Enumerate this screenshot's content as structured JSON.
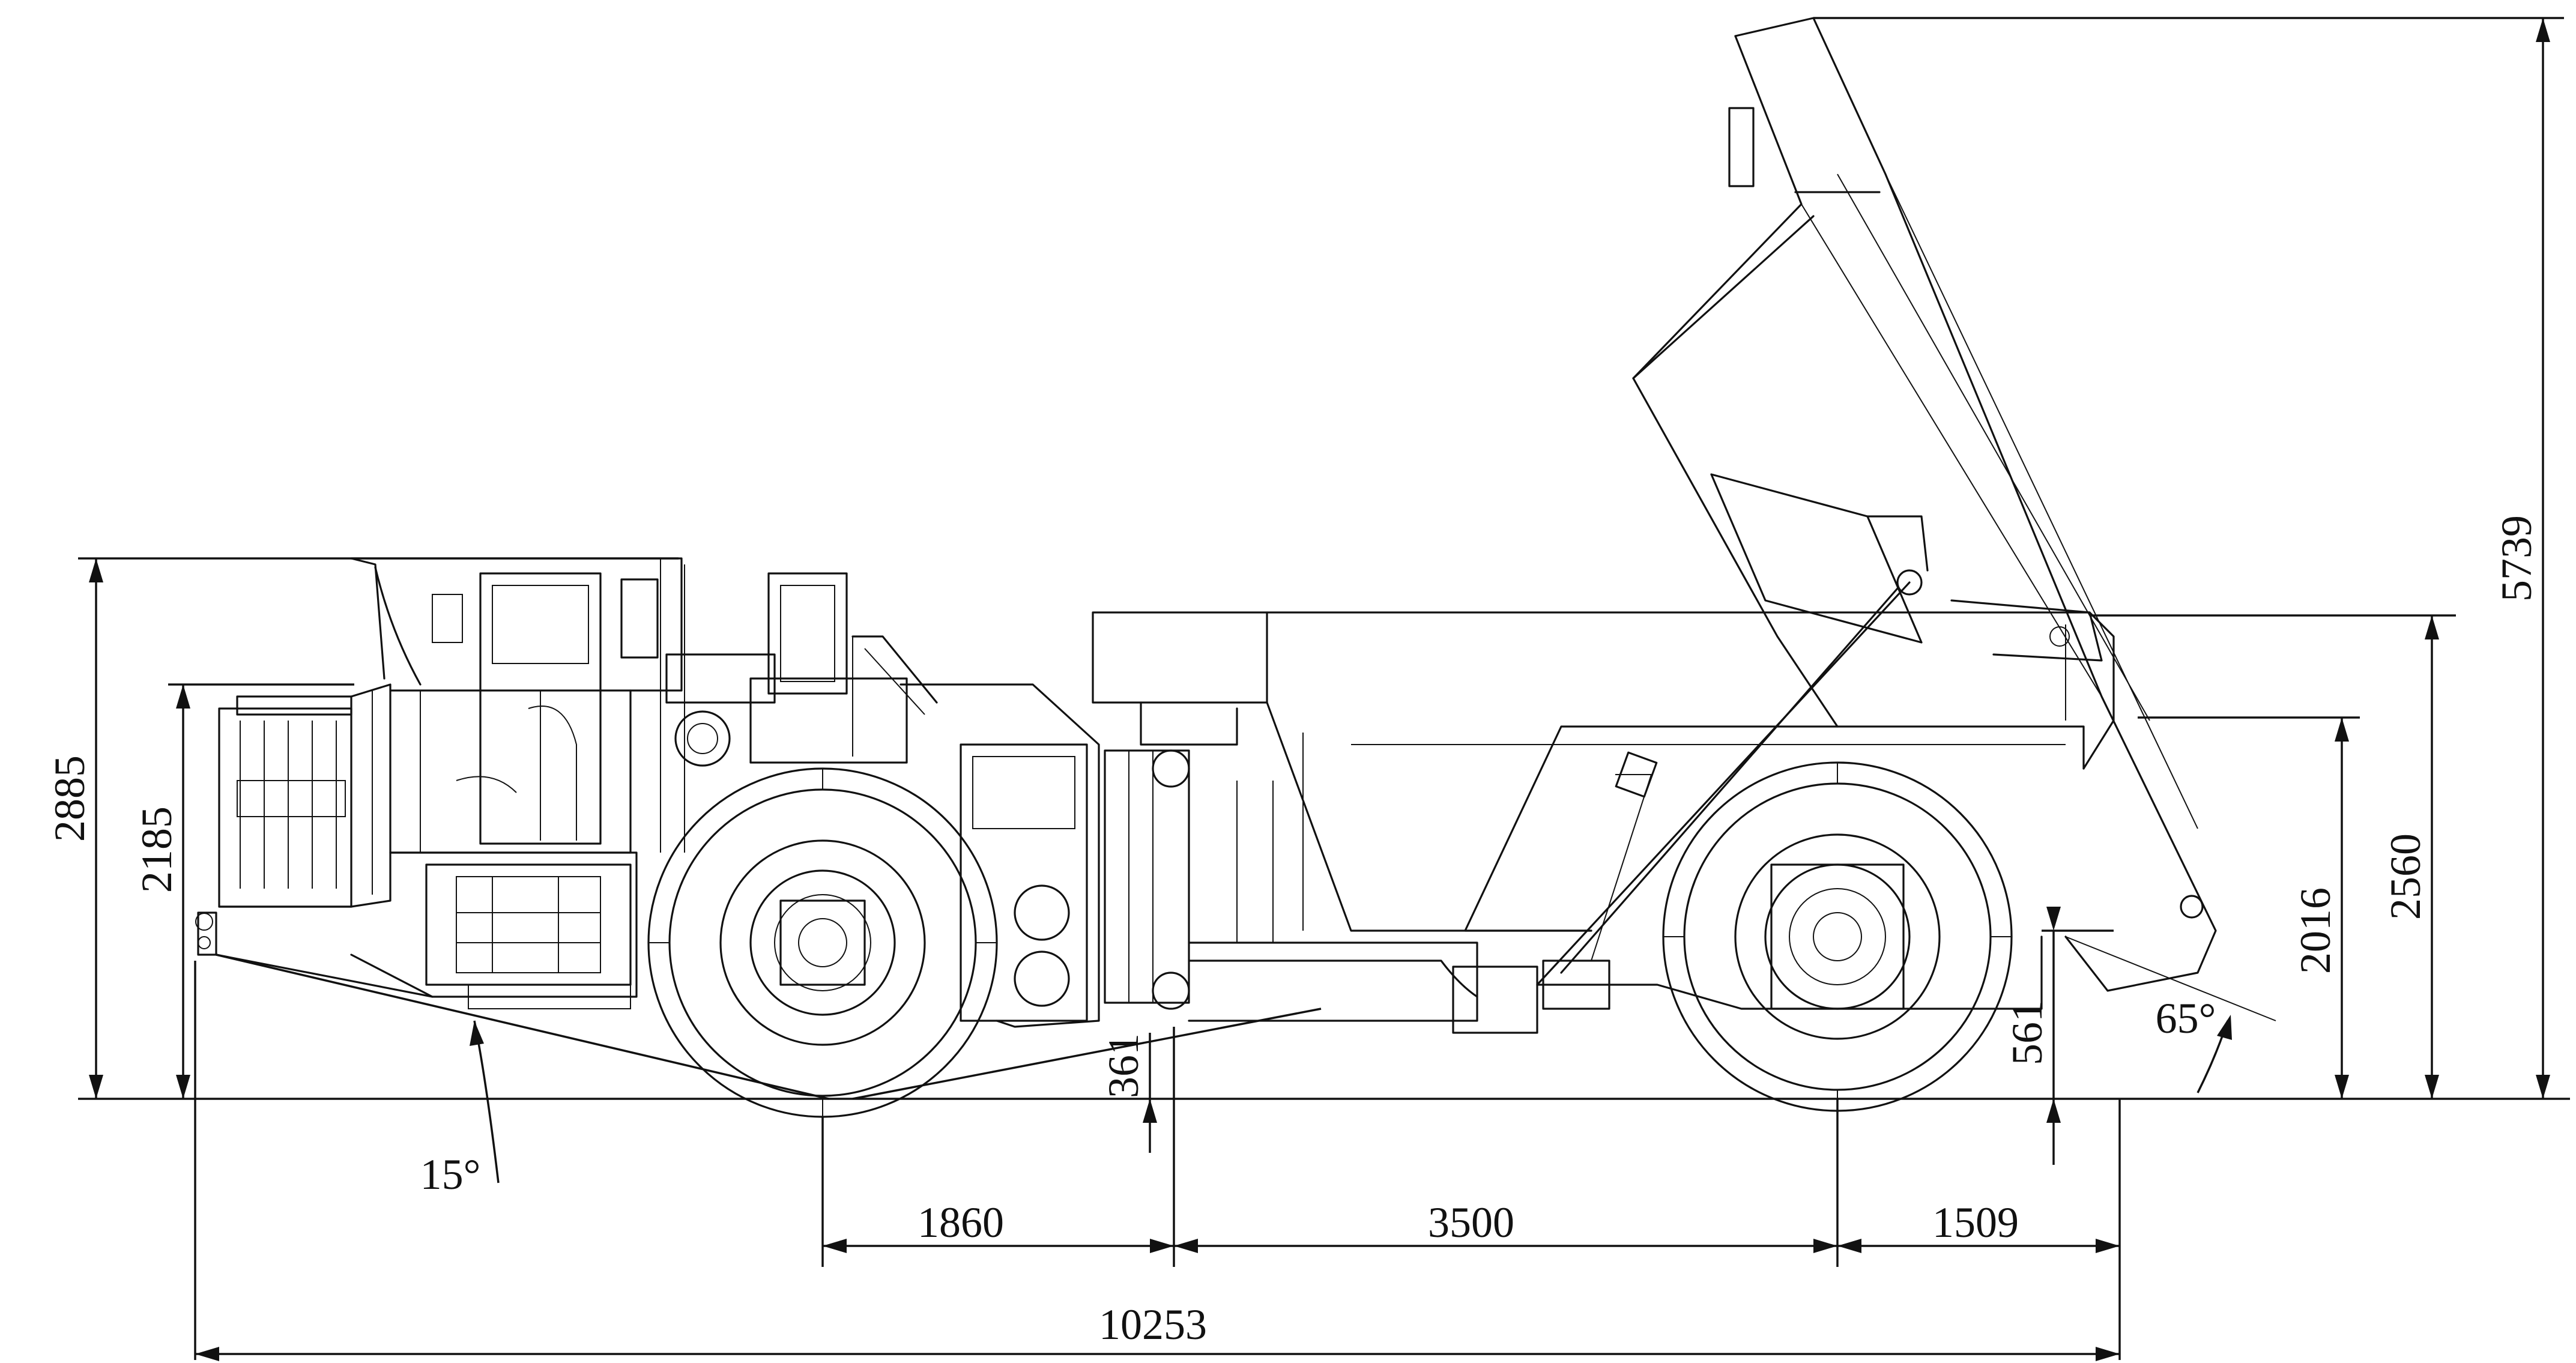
{
  "dimensions": {
    "overall_length": "10253",
    "front_overhang": "1860",
    "wheelbase": "3500",
    "rear_overhang": "1509",
    "overall_height": "2885",
    "front_height": "2185",
    "body_tipped_height": "5739",
    "body_height": "2560",
    "rear_hinge_height": "2016",
    "ground_clearance": "361",
    "rear_clearance": "561",
    "departure_angle": "15°",
    "dump_angle": "65°"
  }
}
